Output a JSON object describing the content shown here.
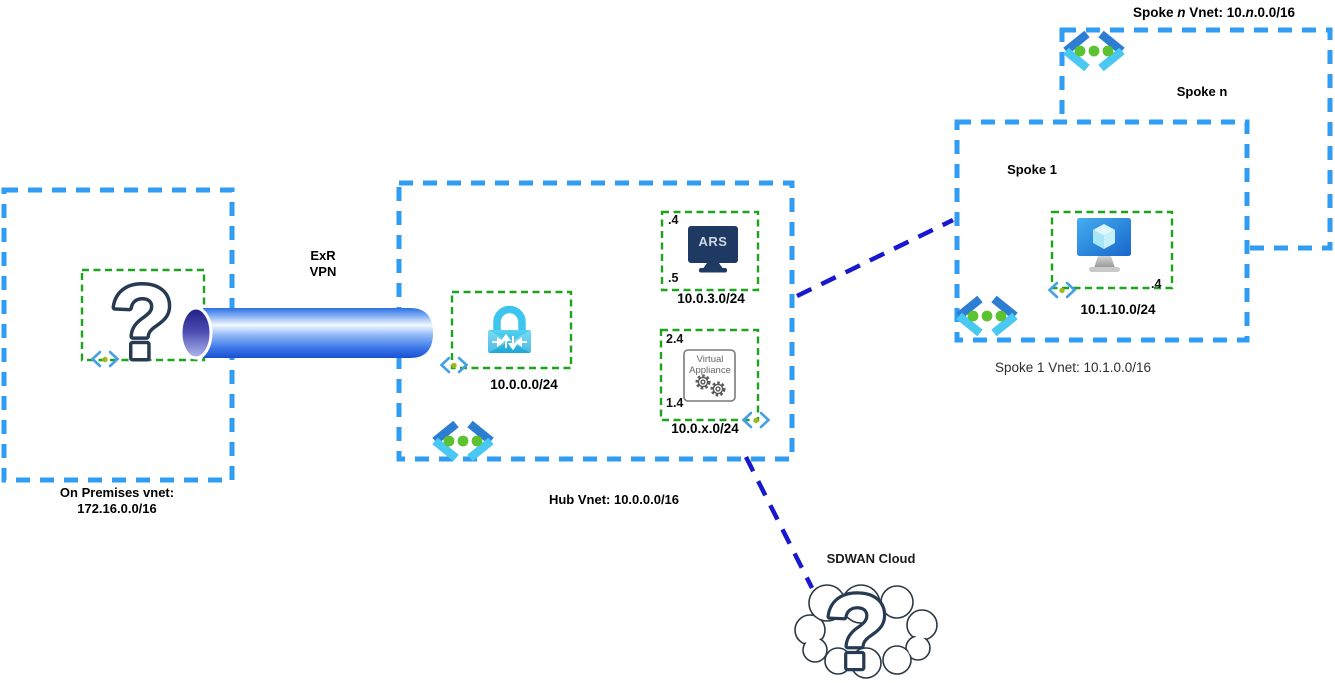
{
  "diagram": {
    "on_premises": {
      "label_line1": "On Premises vnet:",
      "label_line2": "172.16.0.0/16",
      "question_mark": "?"
    },
    "tunnel": {
      "line1": "ExR",
      "line2": "VPN"
    },
    "hub": {
      "label": "Hub Vnet: 10.0.0.0/16",
      "gateway_subnet": {
        "cidr": "10.0.0.0/24"
      },
      "route_server": {
        "name": "ARS",
        "ip_top": ".4",
        "ip_bottom": ".5",
        "cidr": "10.0.3.0/24"
      },
      "virtual_appliance": {
        "name_line1": "Virtual",
        "name_line2": "Appliance",
        "ip_top": "2.4",
        "ip_bottom": "1.4",
        "cidr": "10.0.x.0/24"
      }
    },
    "spoke_1": {
      "title": "Spoke 1",
      "vm_ip": ".4",
      "subnet_cidr": "10.1.10.0/24",
      "vnet_label": "Spoke 1 Vnet: 10.1.0.0/16"
    },
    "spoke_n": {
      "title": "Spoke n",
      "vnet_label_p1": "Spoke ",
      "vnet_label_n1": "n",
      "vnet_label_p2": " Vnet: 10.",
      "vnet_label_n2": "n",
      "vnet_label_p3": ".0.0/16"
    },
    "sdwan": {
      "label": "SDWAN Cloud",
      "question_mark": "?"
    },
    "colors": {
      "vnet_border": "#2e9df3",
      "subnet_border": "#1ca41c",
      "connector": "#1818cf",
      "route_server_fill": "#1e3a63",
      "question_mark_stroke": "#263a52",
      "lock_cyan": "#3cc5ee",
      "vnet_icon_dark": "#2d7dd2",
      "vnet_icon_cyan": "#49c8f1",
      "vnet_icon_dot": "#5cc230",
      "subnet_chevron_blue": "#45a0e6",
      "subnet_chevron_dot": "#9cba1f"
    }
  }
}
